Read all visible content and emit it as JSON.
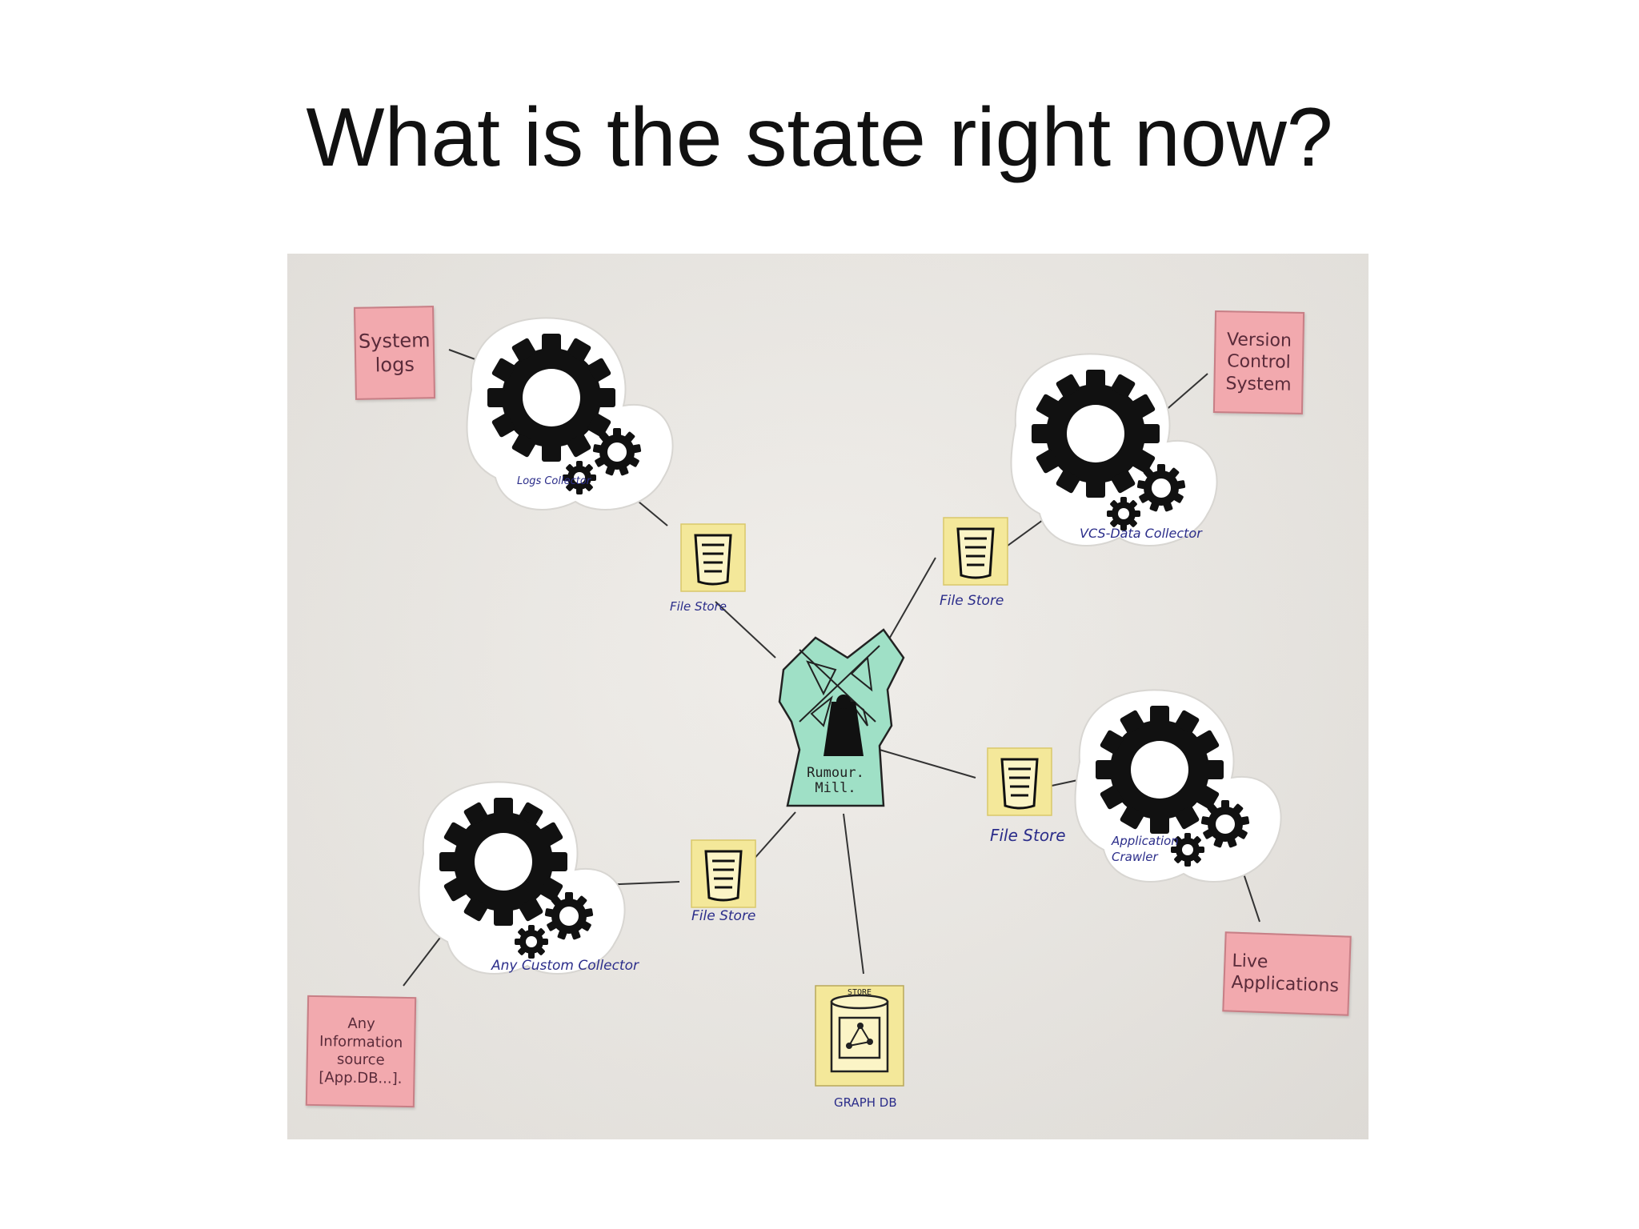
{
  "slide": {
    "title": "What is the state right now?"
  },
  "notes": {
    "system_logs": [
      "System",
      "logs"
    ],
    "version_control": [
      "Version",
      "Control",
      "System"
    ],
    "live_apps": [
      "Live",
      "Applications"
    ],
    "any_info": [
      "Any",
      "Information",
      "source",
      "[App.DB...]."
    ]
  },
  "collectors": {
    "logs": "Logs Collector",
    "vcs": "VCS-Data Collector",
    "app_crawler": [
      "Application",
      "Crawler"
    ],
    "custom": "Any Custom Collector"
  },
  "file_stores": {
    "left_top": "File Store",
    "right_top": "File Store",
    "right_mid": "File Store",
    "left_bottom": "File Store"
  },
  "center": {
    "name": [
      "Rumour.",
      "Mill."
    ]
  },
  "graph_db": {
    "cap": "STORE",
    "label": "GRAPH DB"
  },
  "colors": {
    "pink_note": "#f2a9ae",
    "yellow_note": "#f4e89a",
    "mint": "#9fe0c6",
    "ink_blue": "#2b2d8a",
    "gear": "#111111"
  }
}
